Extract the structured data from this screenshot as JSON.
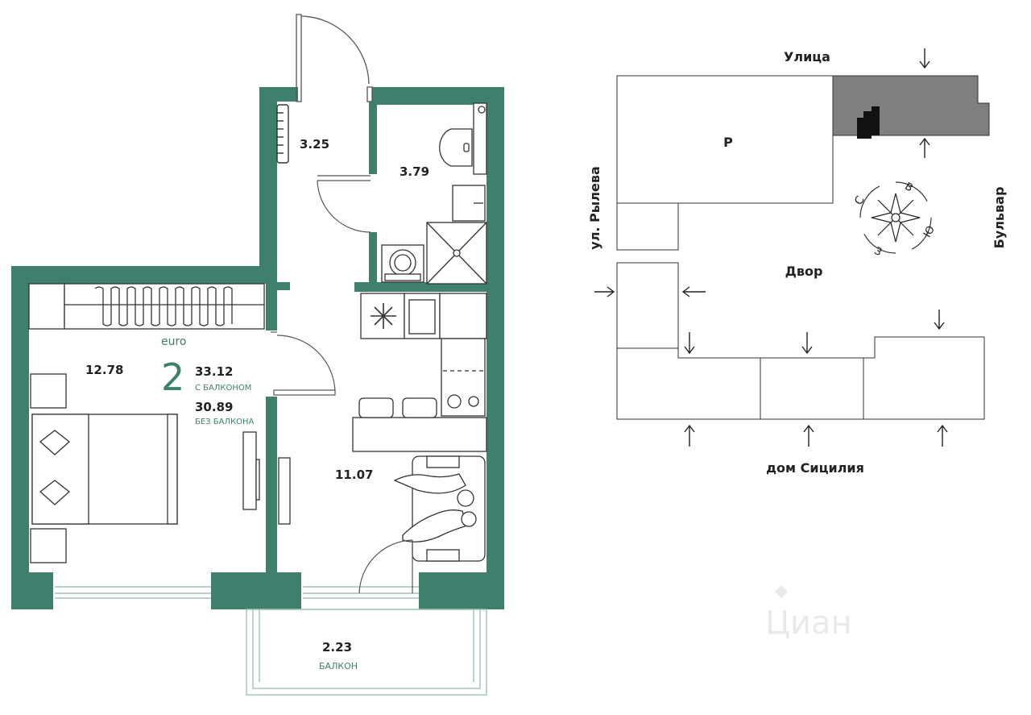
{
  "apartment": {
    "type_label": "euro",
    "rooms_count": "2",
    "area_with_balcony": "33.12",
    "with_balcony_label": "С БАЛКОНОМ",
    "area_without_balcony": "30.89",
    "without_balcony_label": "БЕЗ БАЛКОНА",
    "rooms": {
      "hall": "3.25",
      "bathroom": "3.79",
      "bedroom": "12.78",
      "kitchen_living": "11.07",
      "balcony": "2.23",
      "balcony_label": "БАЛКОН"
    }
  },
  "site_plan": {
    "street_top": "Улица",
    "street_left": "ул. Рылева",
    "street_right": "Бульвар",
    "courtyard": "Двор",
    "building_bottom": "дом Сицилия",
    "building_letter": "Р",
    "compass": {
      "north": "С",
      "east": "В",
      "south": "Ю",
      "west": "З"
    }
  },
  "watermark": "Циан",
  "colors": {
    "wall": "#3e806d",
    "accent_text": "#3e806d",
    "line": "#2a2a2a",
    "highlight_block": "#7f7f7f"
  }
}
